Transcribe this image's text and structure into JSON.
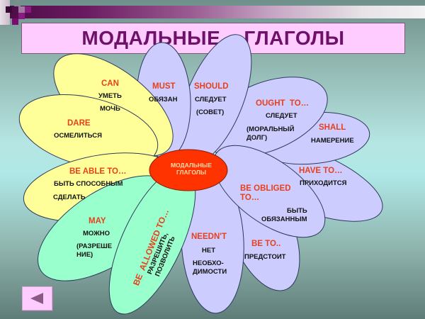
{
  "title": "МОДАЛЬНЫЕ    ГЛАГОЛЫ",
  "center": {
    "line1": "МОДАЛЬНЫЕ",
    "line2": "ГЛАГОЛЫ"
  },
  "colors": {
    "title_bg": "#ffccff",
    "title_text": "#6e1169",
    "yellow_petal": "#ffff99",
    "green_petal": "#99ffcc",
    "lavender_petal": "#ccccff",
    "center": "#ff3300",
    "english_text": "#e8401c"
  },
  "petals": {
    "can": {
      "en": "CAN",
      "ru1": "УМЕТЬ",
      "ru2": "МОЧЬ"
    },
    "dare": {
      "en": "DARE",
      "ru1": "ОСМЕЛИТЬСЯ"
    },
    "be_able_to": {
      "en": "BE ABLE TO…",
      "ru1": "БЫТЬ СПОСОБНЫМ",
      "ru2": "СДЕЛАТЬ"
    },
    "may": {
      "en": "MAY",
      "ru1": "МОЖНО",
      "ru2": "(РАЗРЕШЕ",
      "ru3": "НИЕ)"
    },
    "be_allowed_to": {
      "en": "BE  ALLOWED TO…",
      "ru1": "РАЗРЕШИТЬ,",
      "ru2": "ПОЗВОЛИТЬ"
    },
    "neednt": {
      "en": "NEEDN'T",
      "ru1": "НЕТ",
      "ru2": "НЕОБХО-",
      "ru3": "ДИМОСТИ"
    },
    "be_to": {
      "en": "BE TO..",
      "ru1": "ПРЕДСТОИТ"
    },
    "be_obliged_to": {
      "en1": "BE OBLIGED",
      "en2": "TO…",
      "ru1": "БЫТЬ",
      "ru2": "ОБЯЗАННЫМ"
    },
    "have_to": {
      "en": "HAVE TO…",
      "ru1": "ПРИХОДИТСЯ"
    },
    "shall": {
      "en": "SHALL",
      "ru1": "НАМЕРЕНИЕ"
    },
    "ought_to": {
      "en": "OUGHT  TO…",
      "ru1": "СЛЕДУЕТ",
      "ru2": "(МОРАЛЬНЫЙ",
      "ru3": "ДОЛГ)"
    },
    "should": {
      "en": "SHOULD",
      "ru1": "СЛЕДУЕТ",
      "ru2": "(СОВЕТ)"
    },
    "must": {
      "en": "MUST",
      "ru1": "ОБЯЗАН"
    }
  },
  "nav": {
    "back_icon": "triangle-left-icon"
  }
}
